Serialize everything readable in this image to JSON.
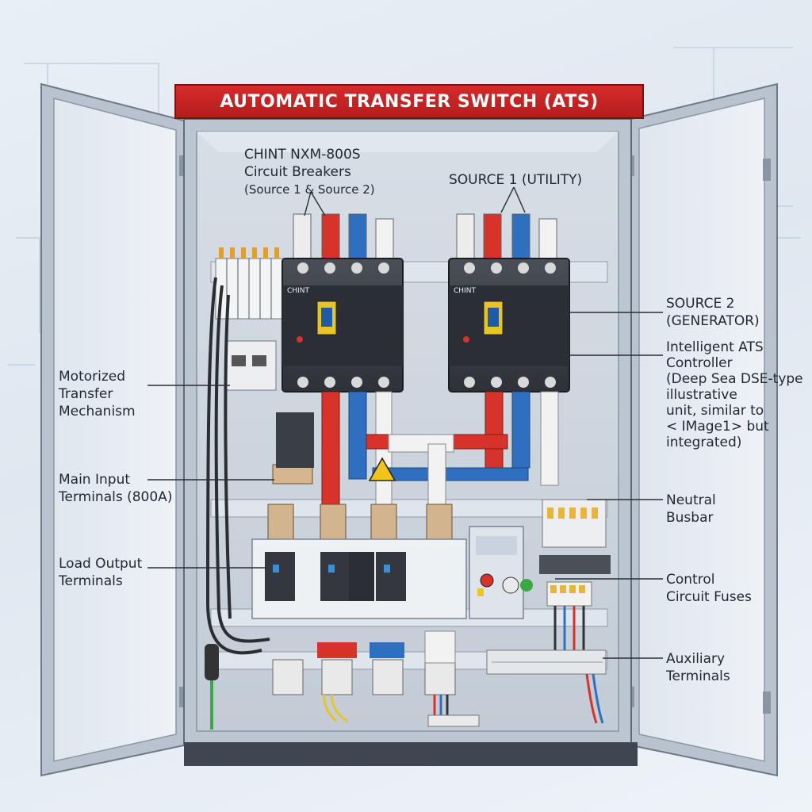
{
  "title": "AUTOMATIC TRANSFER SWITCH (ATS)",
  "labels": {
    "breakers": [
      "CHINT NXM-800S",
      "Circuit Breakers",
      "(Source 1 & Source 2)"
    ],
    "source1": [
      "SOURCE 1 (UTILITY)"
    ],
    "source2": [
      "SOURCE 2",
      "(GENERATOR)"
    ],
    "controller": [
      "Intelligent ATS",
      "Controller",
      "(Deep Sea DSE-type",
      "illustrative",
      "unit, similar to",
      "< IMage1> but",
      "integrated)"
    ],
    "motorized": [
      "Motorized",
      "Transfer",
      "Mechanism"
    ],
    "main_input": [
      "Main Input",
      "Terminals (800A)"
    ],
    "load_output": [
      "Load Output",
      "Terminals"
    ],
    "neutral": [
      "Neutral",
      "Busbar"
    ],
    "fuses": [
      "Control",
      "Circuit Fuses"
    ],
    "auxiliary": [
      "Auxiliary",
      "Terminals"
    ]
  },
  "breaker_brand_left": "CHINT",
  "breaker_brand_right": "CHINT",
  "colors": {
    "banner": "#c82222",
    "cabinet": "#c9d3dd",
    "phase_red": "#d8332b",
    "phase_blue": "#2f6fc0",
    "neutral_white": "#f2f2f2",
    "breaker_body": "#3b3f46",
    "copper": "#b0835a"
  }
}
